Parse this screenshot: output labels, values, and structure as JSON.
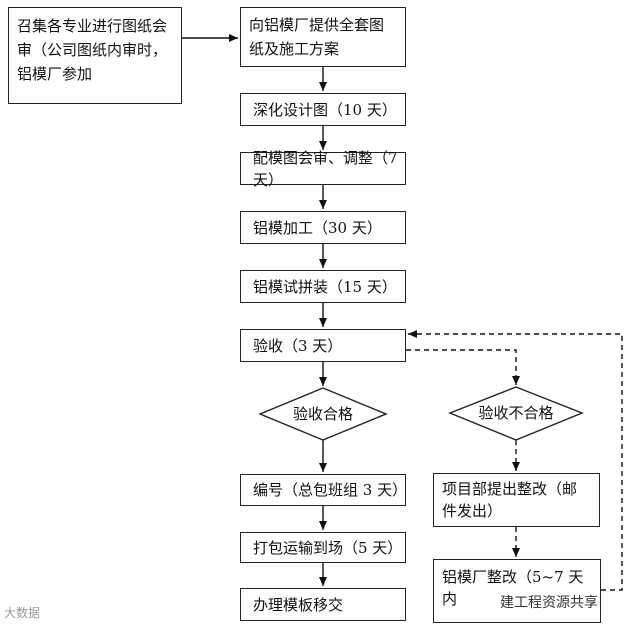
{
  "steps": {
    "convene": "召集各专业进行图纸会审（公司图纸内审时，铝模厂参加",
    "provide": "向铝模厂提供全套图纸及施工方案",
    "deepen": "深化设计图（10 天）",
    "review": "配模图会审、调整（7 天）",
    "process": "铝模加工（30 天）",
    "trial": "铝模试拼装（15 天）",
    "accept": "验收（3 天）",
    "pass": "验收合格",
    "fail": "验收不合格",
    "number": "编号（总包班组 3 天）",
    "pack": "打包运输到场（5 天）",
    "transfer": "办理模板移交",
    "dept_rect": "项目部提出整改（邮件发出）",
    "factory_rect": "铝模厂整改（5~7 天内"
  },
  "watermarks": {
    "left": "大数据",
    "right": "建工程资源共享"
  }
}
